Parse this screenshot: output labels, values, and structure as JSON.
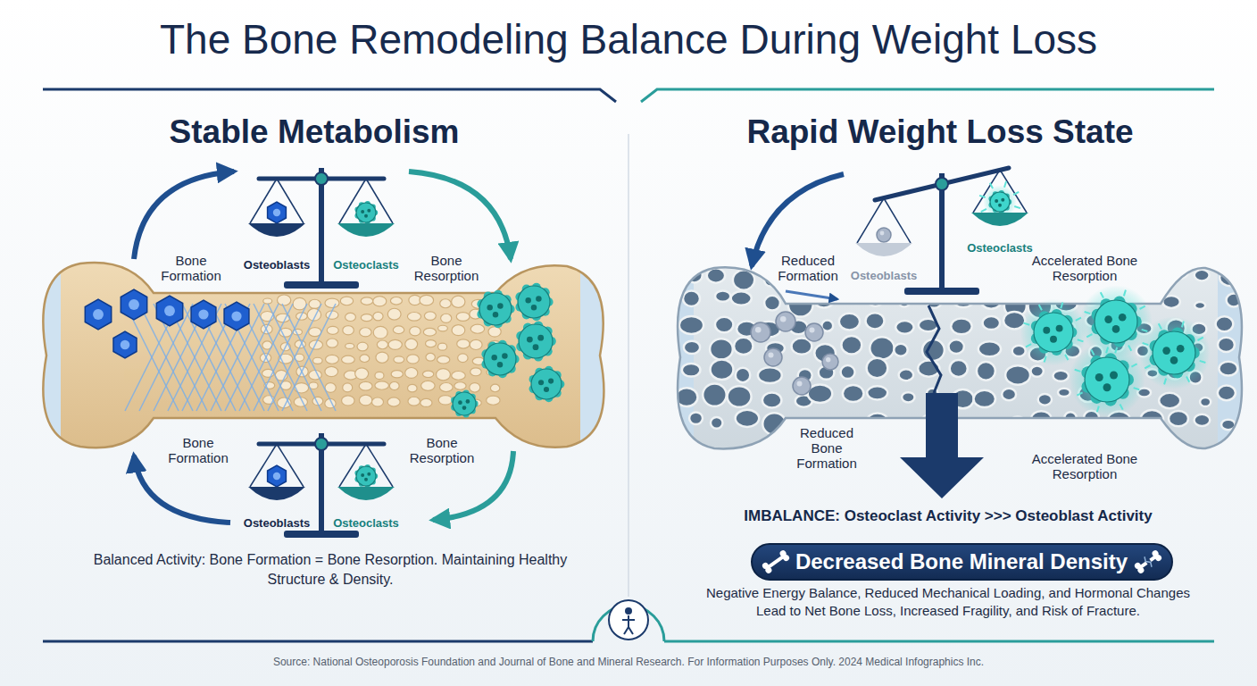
{
  "diagram": {
    "title": "The Bone Remodeling Balance During Weight Loss",
    "caption": "Source: National Osteoporosis Foundation and Journal of Bone and Mineral Research. For Information Purposes Only. 2024 Medical Infographics Inc.",
    "nodes": [
      {
        "text": [
          "Decreased Bone Mineral Density"
        ]
      }
    ],
    "labels": [
      "Stable Metabolism",
      "Rapid Weight Loss State",
      "Bone Formation",
      "Osteoblasts",
      "Osteoclasts",
      "Bone Resorption",
      "Reduced Formation",
      "Osteoblasts",
      "Osteoclasts",
      "Accelerated Bone Resorption",
      "Bone Formation",
      "Bone Resorption",
      "Reduced Bone Formation",
      "Accelerated Bone Resorption",
      "Osteoblasts",
      "Osteoclasts",
      "IMBALANCE: Osteoclast Activity >>> Osteoblast Activity",
      "Balanced Activity: Bone Formation = Bone Resorption. Maintaining Healthy Structure & Density.",
      "Negative Energy Balance, Reduced Mechanical Loading, and Hormonal Changes Lead to Net Bone Loss, Increased Fragility, and Risk of Fracture."
    ]
  }
}
